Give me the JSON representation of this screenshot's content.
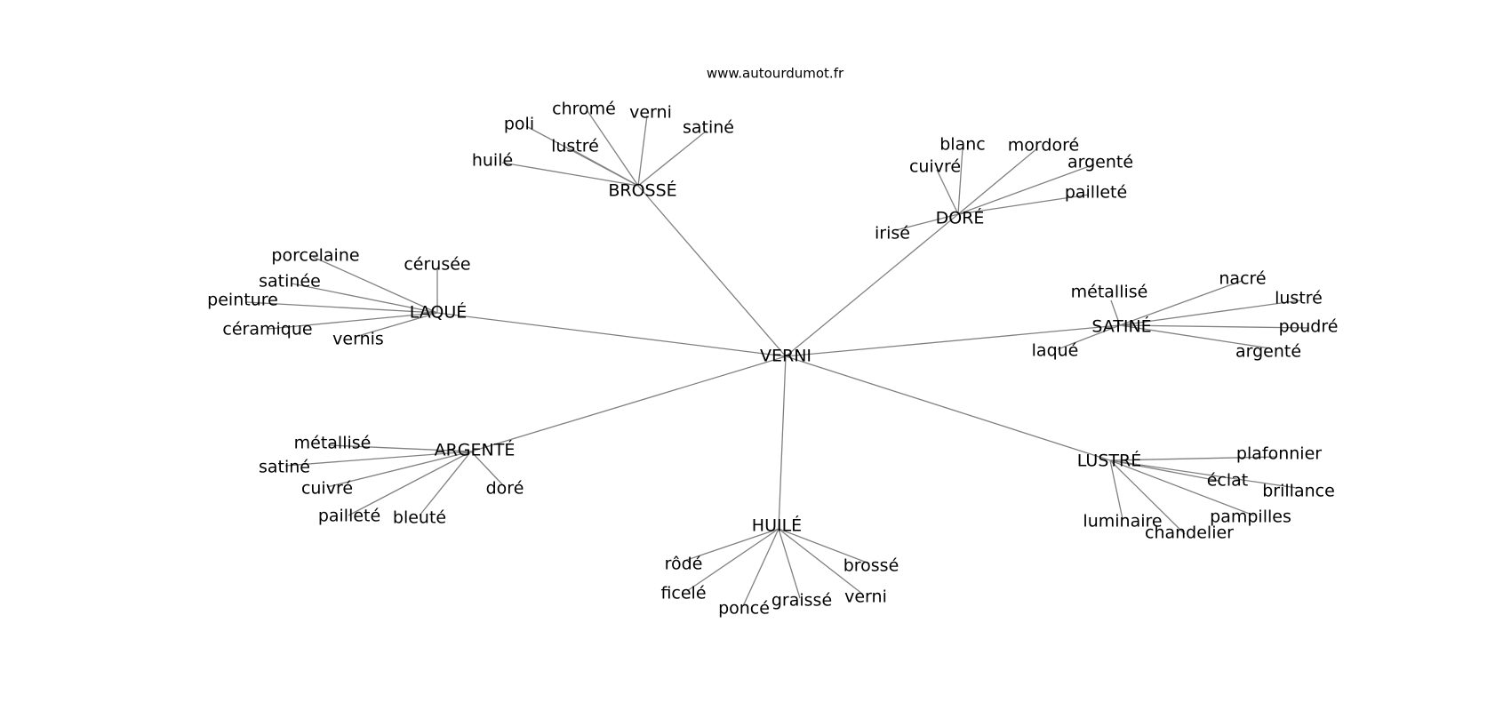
{
  "watermark": "www.autourdumot.fr",
  "center": "VERNI",
  "clusters": [
    {
      "label": "BROSSÉ",
      "leaves": [
        "huilé",
        "poli",
        "lustré",
        "chromé",
        "verni",
        "satiné"
      ]
    },
    {
      "label": "DORÉ",
      "leaves": [
        "irisé",
        "cuivré",
        "blanc",
        "mordoré",
        "argenté",
        "pailleté"
      ]
    },
    {
      "label": "LAQUÉ",
      "leaves": [
        "porcelaine",
        "satinée",
        "peinture",
        "céramique",
        "vernis",
        "cérusée"
      ]
    },
    {
      "label": "SATINÉ",
      "leaves": [
        "métallisé",
        "nacré",
        "lustré",
        "poudré",
        "argenté",
        "laqué"
      ]
    },
    {
      "label": "ARGENTÉ",
      "leaves": [
        "métallisé",
        "satiné",
        "cuivré",
        "pailleté",
        "bleuté",
        "doré"
      ]
    },
    {
      "label": "LUSTRÉ",
      "leaves": [
        "plafonnier",
        "éclat",
        "brillance",
        "pampilles",
        "chandelier",
        "luminaire"
      ]
    },
    {
      "label": "HUILÉ",
      "leaves": [
        "rôdé",
        "ficelé",
        "poncé",
        "graissé",
        "verni",
        "brossé"
      ]
    }
  ]
}
